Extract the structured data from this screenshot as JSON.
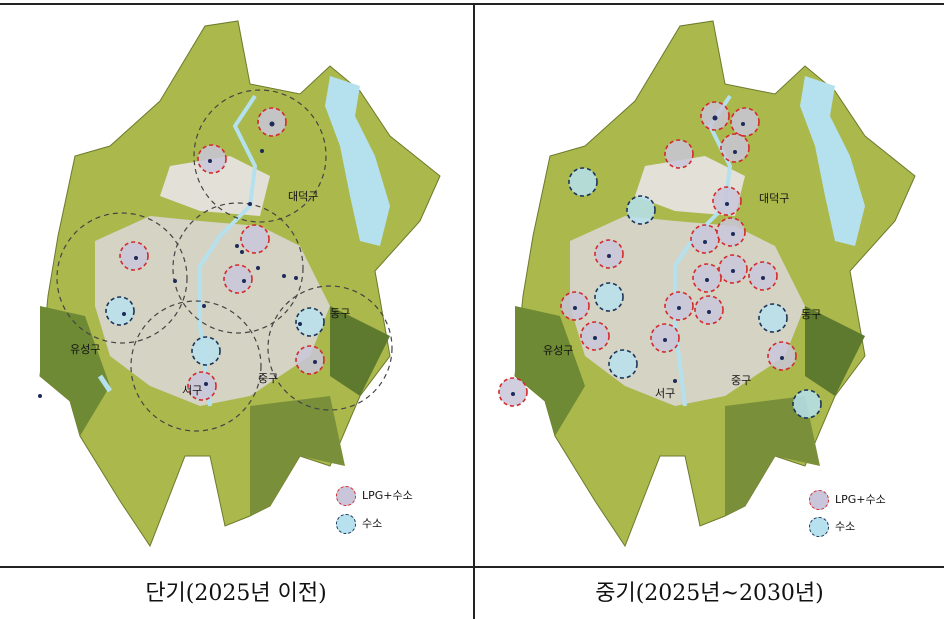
{
  "panels": [
    {
      "caption": "단기(2025년 이전)",
      "districts": [
        "대덕구",
        "유성구",
        "동구",
        "서구",
        "중구"
      ],
      "legend": [
        {
          "label": "LPG+수소",
          "type": "lpg"
        },
        {
          "label": "수소",
          "type": "h2"
        }
      ]
    },
    {
      "caption": "중기(2025년~2030년)",
      "districts": [
        "대덕구",
        "유성구",
        "동구",
        "서구",
        "중구"
      ],
      "legend": [
        {
          "label": "LPG+수소",
          "type": "lpg"
        },
        {
          "label": "수소",
          "type": "h2"
        }
      ]
    }
  ],
  "colors": {
    "lpg_stroke": "#d42a2a",
    "lpg_fill": "#c9c5db",
    "h2_stroke": "#1d3557",
    "h2_fill": "#b7e1ee",
    "terrain": "#a9b84a",
    "urban": "#d7d5d2",
    "water": "#b5e0ee"
  }
}
